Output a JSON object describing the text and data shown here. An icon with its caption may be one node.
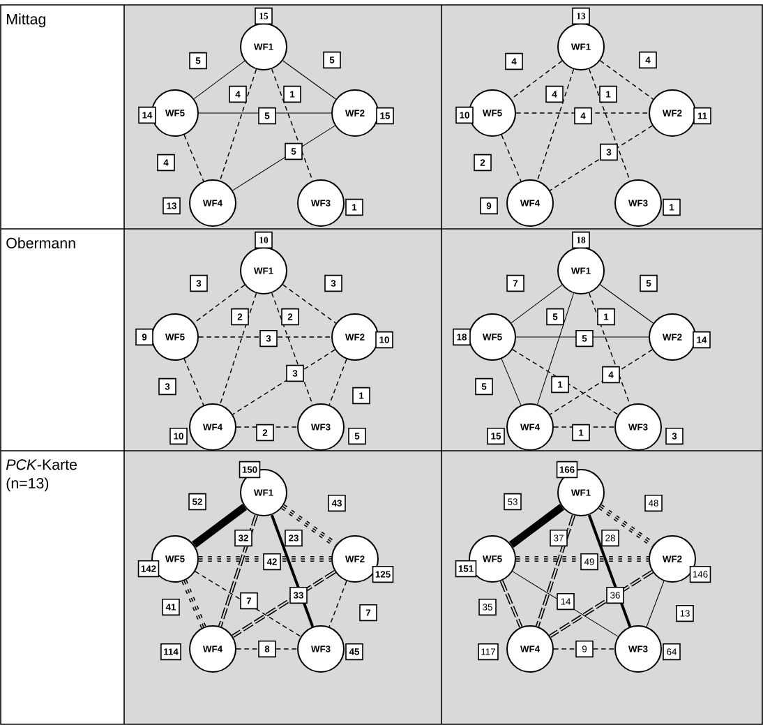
{
  "diagram": {
    "nodes": [
      {
        "text": [],
        "shape": "box"
      },
      {
        "text": [
          "WF1"
        ],
        "in": 0,
        "beside": [
          "15"
        ]
      },
      {
        "text": [
          "WF5"
        ],
        "in": 0,
        "beside": [
          "14"
        ]
      },
      {
        "text": [
          "WF2"
        ],
        "in": 0,
        "beside": [
          "15"
        ]
      },
      {
        "text": [
          "WF4"
        ],
        "in": 0,
        "beside": [
          "13"
        ]
      },
      {
        "text": [
          "WF3"
        ],
        "in": 0,
        "beside": [
          "1"
        ]
      },
      {
        "text": [],
        "shape": "box"
      },
      {
        "text": [
          "WF1"
        ],
        "in": 6,
        "beside": [
          "13"
        ]
      },
      {
        "text": [
          "WF5"
        ],
        "in": 6,
        "beside": [
          "10"
        ]
      },
      {
        "text": [
          "WF2"
        ],
        "in": 6,
        "beside": [
          "11"
        ]
      },
      {
        "text": [
          "WF4"
        ],
        "in": 6,
        "beside": [
          "9"
        ]
      },
      {
        "text": [
          "WF3"
        ],
        "in": 6,
        "beside": [
          "1"
        ]
      },
      {
        "text": [],
        "shape": "box"
      },
      {
        "text": [
          "WF1"
        ],
        "in": 12,
        "beside": [
          "10"
        ]
      },
      {
        "text": [
          "WF5"
        ],
        "in": 12,
        "beside": [
          "9"
        ]
      },
      {
        "text": [
          "WF2"
        ],
        "in": 12,
        "beside": [
          "10"
        ]
      },
      {
        "text": [
          "WF4"
        ],
        "in": 12,
        "beside": [
          "10"
        ]
      },
      {
        "text": [
          "WF3"
        ],
        "in": 12,
        "beside": [
          "5"
        ]
      },
      {
        "text": [],
        "shape": "box"
      },
      {
        "text": [
          "WF1"
        ],
        "in": 18,
        "beside": [
          "18"
        ]
      },
      {
        "text": [
          "WF5"
        ],
        "in": 18,
        "beside": [
          "18"
        ]
      },
      {
        "text": [
          "WF2"
        ],
        "in": 18,
        "beside": [
          "14"
        ]
      },
      {
        "text": [
          "WF4"
        ],
        "in": 18,
        "beside": [
          "15"
        ]
      },
      {
        "text": [
          "WF3"
        ],
        "in": 18,
        "beside": [
          "3"
        ]
      },
      {
        "text": [],
        "shape": "box"
      },
      {
        "text": [
          "WF1"
        ],
        "in": 24,
        "beside": [
          "150"
        ]
      },
      {
        "text": [
          "WF5"
        ],
        "in": 24,
        "beside": [
          "142"
        ]
      },
      {
        "text": [
          "WF2"
        ],
        "in": 24,
        "beside": [
          "125"
        ]
      },
      {
        "text": [
          "WF4"
        ],
        "in": 24,
        "beside": [
          "114"
        ]
      },
      {
        "text": [
          "WF3"
        ],
        "in": 24,
        "beside": [
          "45"
        ]
      },
      {
        "text": [],
        "shape": "box"
      },
      {
        "text": [
          "WF1"
        ],
        "in": 30,
        "beside": [
          "166"
        ]
      },
      {
        "text": [
          "WF5"
        ],
        "in": 30,
        "beside": [
          "151"
        ]
      },
      {
        "text": [
          "WF2"
        ],
        "in": 30,
        "beside": [
          "146"
        ]
      },
      {
        "text": [
          "WF4"
        ],
        "in": 30,
        "beside": [
          "117"
        ]
      },
      {
        "text": [
          "WF3"
        ],
        "in": 30,
        "beside": [
          "64"
        ]
      }
    ],
    "edges": [
      {
        "from": 1,
        "to": 2,
        "arrow": "none",
        "label": "5"
      },
      {
        "from": 1,
        "to": 3,
        "arrow": "none",
        "label": "5"
      },
      {
        "from": 1,
        "to": 4,
        "arrow": "none",
        "label": "4",
        "style": "dashed"
      },
      {
        "from": 1,
        "to": 5,
        "arrow": "none",
        "label": "1",
        "style": "dashed"
      },
      {
        "from": 2,
        "to": 3,
        "arrow": "none",
        "label": "5"
      },
      {
        "from": 3,
        "to": 4,
        "arrow": "none",
        "label": "5"
      },
      {
        "from": 2,
        "to": 4,
        "arrow": "none",
        "label": "4",
        "style": "dashed"
      },
      {
        "from": 7,
        "to": 8,
        "arrow": "none",
        "label": "4",
        "style": "dashed"
      },
      {
        "from": 7,
        "to": 9,
        "arrow": "none",
        "label": "4",
        "style": "dashed"
      },
      {
        "from": 7,
        "to": 10,
        "arrow": "none",
        "label": "4",
        "style": "dashed"
      },
      {
        "from": 7,
        "to": 11,
        "arrow": "none",
        "label": "1",
        "style": "dashed"
      },
      {
        "from": 8,
        "to": 9,
        "arrow": "none",
        "label": "4",
        "style": "dashed"
      },
      {
        "from": 9,
        "to": 10,
        "arrow": "none",
        "label": "3",
        "style": "dashed"
      },
      {
        "from": 8,
        "to": 10,
        "arrow": "none",
        "label": "2",
        "style": "dashed"
      },
      {
        "from": 13,
        "to": 14,
        "arrow": "none",
        "label": "3",
        "style": "dashed"
      },
      {
        "from": 13,
        "to": 15,
        "arrow": "none",
        "label": "3",
        "style": "dashed"
      },
      {
        "from": 13,
        "to": 16,
        "arrow": "none",
        "label": "2",
        "style": "dashed"
      },
      {
        "from": 13,
        "to": 17,
        "arrow": "none",
        "label": "2",
        "style": "dashed"
      },
      {
        "from": 14,
        "to": 15,
        "arrow": "none",
        "label": "3",
        "style": "dashed"
      },
      {
        "from": 15,
        "to": 16,
        "arrow": "none",
        "label": "3",
        "style": "dashed"
      },
      {
        "from": 14,
        "to": 16,
        "arrow": "none",
        "label": "3",
        "style": "dashed"
      },
      {
        "from": 15,
        "to": 17,
        "arrow": "none",
        "label": "1",
        "style": "dashed"
      },
      {
        "from": 16,
        "to": 17,
        "arrow": "none",
        "label": "2",
        "style": "dashed"
      },
      {
        "from": 19,
        "to": 20,
        "arrow": "none",
        "label": "7"
      },
      {
        "from": 19,
        "to": 21,
        "arrow": "none",
        "label": "5"
      },
      {
        "from": 19,
        "to": 22,
        "arrow": "none",
        "label": "5"
      },
      {
        "from": 19,
        "to": 23,
        "arrow": "none",
        "label": "1",
        "style": "dashed"
      },
      {
        "from": 20,
        "to": 21,
        "arrow": "none",
        "label": "5"
      },
      {
        "from": 20,
        "to": 23,
        "arrow": "none",
        "label": "1",
        "style": "dashed"
      },
      {
        "from": 21,
        "to": 22,
        "arrow": "none",
        "label": "4",
        "style": "dashed"
      },
      {
        "from": 20,
        "to": 22,
        "arrow": "none",
        "label": "5"
      },
      {
        "from": 22,
        "to": 23,
        "arrow": "none",
        "label": "1",
        "style": "dashed"
      },
      {
        "from": 25,
        "to": 26,
        "arrow": "none",
        "label": "52",
        "style": "thick"
      },
      {
        "from": 25,
        "to": 27,
        "arrow": "none",
        "label": "43",
        "style": "dashed"
      },
      {
        "from": 25,
        "to": 28,
        "arrow": "none",
        "label": "32",
        "style": "dashed"
      },
      {
        "from": 25,
        "to": 29,
        "arrow": "none",
        "label": "23",
        "style": "thick"
      },
      {
        "from": 26,
        "to": 27,
        "arrow": "none",
        "label": "42",
        "style": "dashed"
      },
      {
        "from": 26,
        "to": 29,
        "arrow": "none",
        "label": "7",
        "style": "dashed"
      },
      {
        "from": 27,
        "to": 28,
        "arrow": "none",
        "label": "33",
        "style": "dashed"
      },
      {
        "from": 26,
        "to": 28,
        "arrow": "none",
        "label": "41",
        "style": "dashed"
      },
      {
        "from": 27,
        "to": 29,
        "arrow": "none",
        "label": "7",
        "style": "dashed"
      },
      {
        "from": 28,
        "to": 29,
        "arrow": "none",
        "label": "8",
        "style": "dashed"
      },
      {
        "from": 31,
        "to": 32,
        "arrow": "none",
        "label": "53",
        "style": "thick"
      },
      {
        "from": 31,
        "to": 33,
        "arrow": "none",
        "label": "48",
        "style": "dashed"
      },
      {
        "from": 31,
        "to": 34,
        "arrow": "none",
        "label": "37",
        "style": "dashed"
      },
      {
        "from": 31,
        "to": 35,
        "arrow": "none",
        "label": "28",
        "style": "thick"
      },
      {
        "from": 32,
        "to": 33,
        "arrow": "none",
        "label": "49",
        "style": "dashed"
      },
      {
        "from": 32,
        "to": 35,
        "arrow": "none",
        "label": "14"
      },
      {
        "from": 33,
        "to": 34,
        "arrow": "none",
        "label": "36",
        "style": "dashed"
      },
      {
        "from": 32,
        "to": 34,
        "arrow": "none",
        "label": "35",
        "style": "dashed"
      },
      {
        "from": 33,
        "to": 35,
        "arrow": "none",
        "label": "13"
      },
      {
        "from": 34,
        "to": 35,
        "arrow": "none",
        "label": "9",
        "style": "dashed"
      }
    ],
    "labels": [
      "Mittag",
      "Obermann",
      "*PCK*-Karte (n=13)"
    ]
  }
}
